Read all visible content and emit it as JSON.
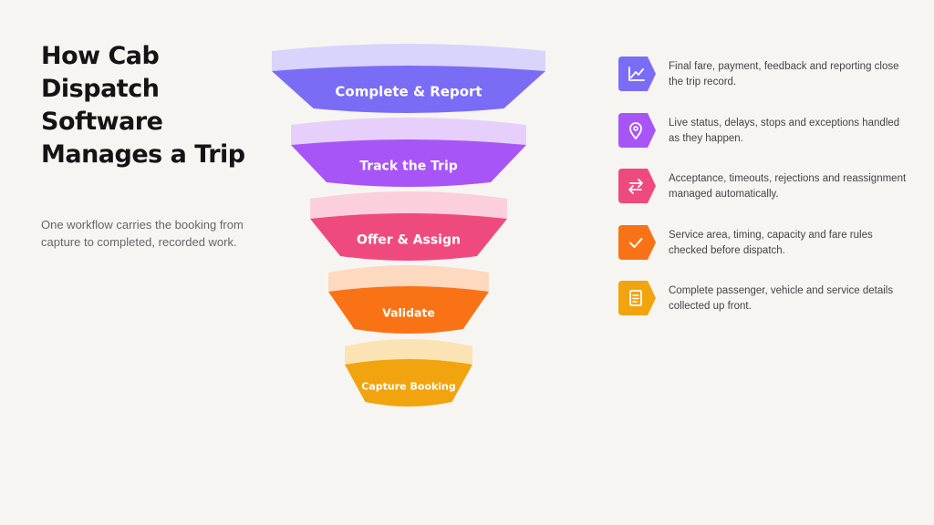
{
  "title": "How Cab Dispatch Software Manages a Trip",
  "subtitle": "One workflow carries the booking from capture to completed, recorded work.",
  "funnel": [
    {
      "label": "Complete & Report",
      "top_color": "#d8d4fc",
      "body_color": "#7b6cf6"
    },
    {
      "label": "Track the Trip",
      "top_color": "#e6d0fb",
      "body_color": "#a855f7"
    },
    {
      "label": "Offer & Assign",
      "top_color": "#fbcfdc",
      "body_color": "#ef4a7e"
    },
    {
      "label": "Validate",
      "top_color": "#fdd9c0",
      "body_color": "#f97316"
    },
    {
      "label": "Capture Booking",
      "top_color": "#fbe3b3",
      "body_color": "#f2a40e"
    }
  ],
  "steps": [
    {
      "icon": "line-chart-icon",
      "color": "#7b6cf6",
      "text": "Final fare, payment, feedback and reporting close the trip record."
    },
    {
      "icon": "location-pin-icon",
      "color": "#a855f7",
      "text": "Live status, delays, stops and exceptions handled as they happen."
    },
    {
      "icon": "swap-arrows-icon",
      "color": "#ef4a7e",
      "text": "Acceptance, timeouts, rejections and reassignment managed automatically."
    },
    {
      "icon": "checkmark-icon",
      "color": "#f97316",
      "text": "Service area, timing, capacity and fare rules checked before dispatch."
    },
    {
      "icon": "document-icon",
      "color": "#f2a40e",
      "text": "Complete passenger, vehicle and service details collected up front."
    }
  ]
}
